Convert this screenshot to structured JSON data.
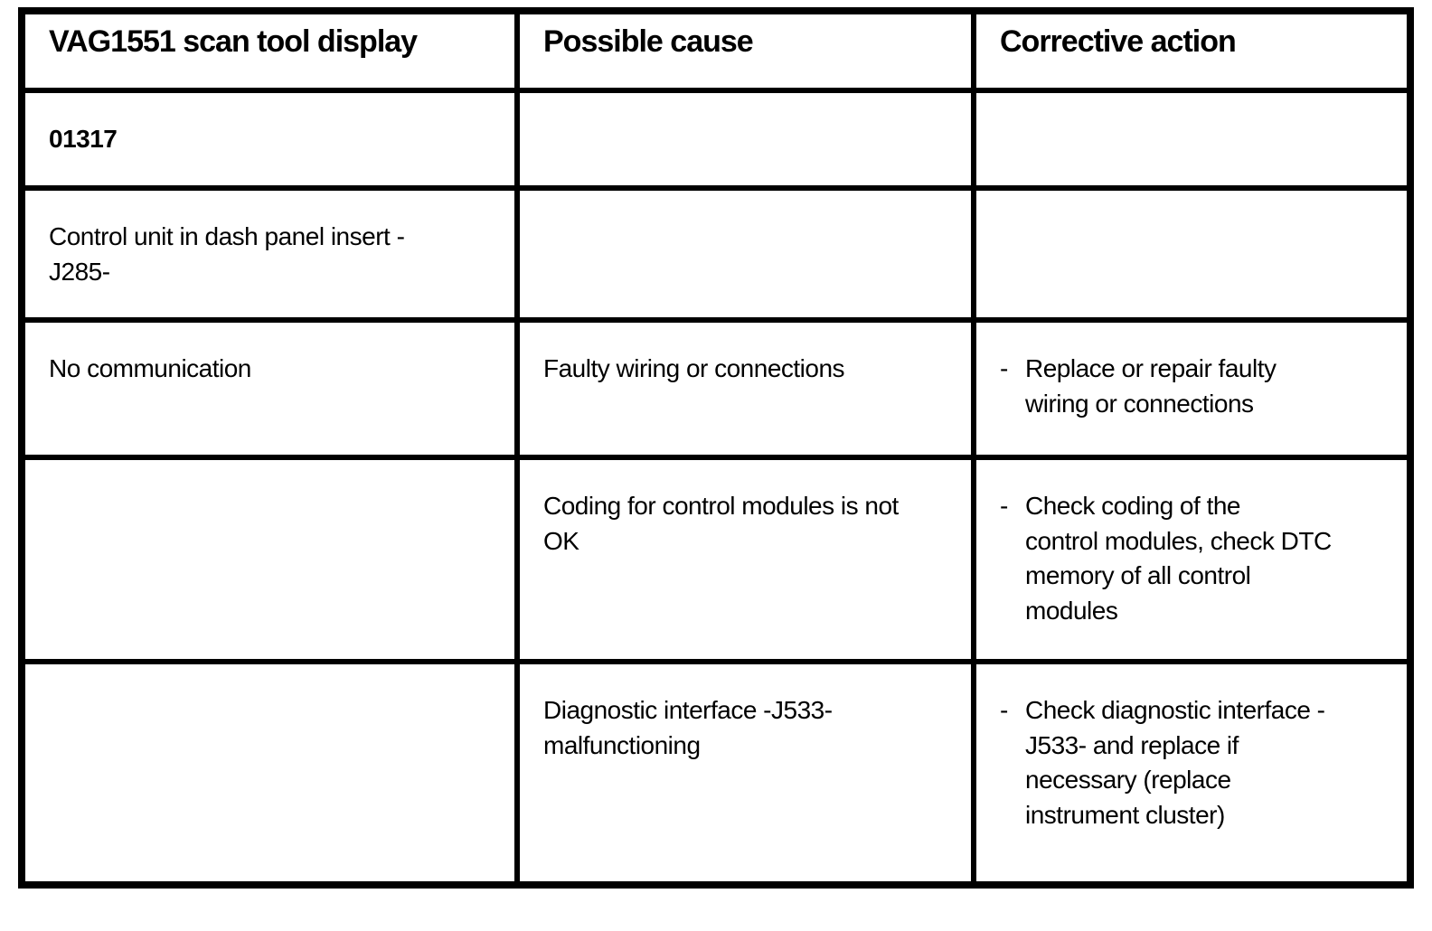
{
  "colors": {
    "background": "#ffffff",
    "text": "#000000",
    "border": "#000000"
  },
  "table": {
    "columns": [
      {
        "label": "VAG1551 scan tool display"
      },
      {
        "label": "Possible cause"
      },
      {
        "label": "Corrective action"
      }
    ],
    "rows": [
      {
        "cells": [
          {
            "bold": true,
            "lines": [
              "01317"
            ]
          },
          {
            "lines": []
          },
          {
            "lines": []
          }
        ]
      },
      {
        "cells": [
          {
            "lines": [
              "Control unit in dash panel insert -",
              "J285-"
            ]
          },
          {
            "lines": []
          },
          {
            "lines": []
          }
        ]
      },
      {
        "cells": [
          {
            "lines": [
              "No communication"
            ]
          },
          {
            "lines": [
              "Faulty wiring or connections"
            ]
          },
          {
            "bullet": "-",
            "lines": [
              "Replace or repair faulty",
              "wiring or connections"
            ]
          }
        ]
      },
      {
        "cells": [
          {
            "lines": []
          },
          {
            "lines": [
              "Coding for control modules is not",
              "OK"
            ]
          },
          {
            "bullet": "-",
            "lines": [
              "Check coding of the",
              "control modules, check DTC",
              "memory of all control",
              "modules"
            ]
          }
        ]
      },
      {
        "cells": [
          {
            "lines": []
          },
          {
            "lines": [
              "Diagnostic interface -J533-",
              "malfunctioning"
            ]
          },
          {
            "bullet": "-",
            "lines": [
              "Check diagnostic interface -",
              "J533- and replace if",
              "necessary (replace",
              "instrument cluster)"
            ]
          }
        ]
      }
    ]
  }
}
